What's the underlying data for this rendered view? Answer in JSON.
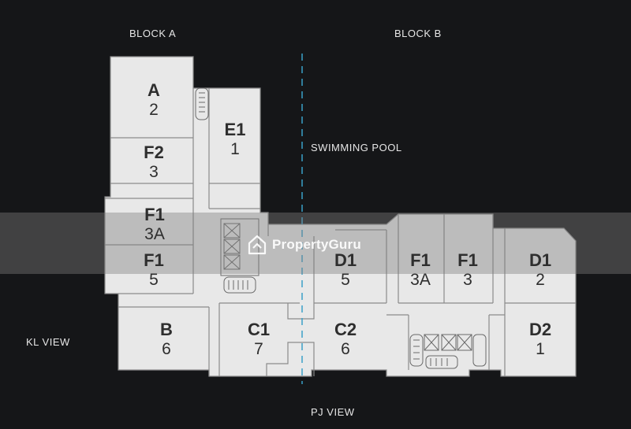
{
  "labels": {
    "block_a": "BLOCK A",
    "block_b": "BLOCK B",
    "swimming_pool": "SWIMMING POOL",
    "kl_view": "KL VIEW",
    "pj_view": "PJ VIEW"
  },
  "units": {
    "a": {
      "code": "A",
      "num": "2"
    },
    "f2": {
      "code": "F2",
      "num": "3"
    },
    "e1": {
      "code": "E1",
      "num": "1"
    },
    "f1_upper": {
      "code": "F1",
      "num": "3A"
    },
    "f1_lower": {
      "code": "F1",
      "num": "5"
    },
    "b": {
      "code": "B",
      "num": "6"
    },
    "c1": {
      "code": "C1",
      "num": "7"
    },
    "c2": {
      "code": "C2",
      "num": "6"
    },
    "d1_left": {
      "code": "D1",
      "num": "5"
    },
    "f1_mid_a": {
      "code": "F1",
      "num": "3A"
    },
    "f1_mid_b": {
      "code": "F1",
      "num": "3"
    },
    "d1_right": {
      "code": "D1",
      "num": "2"
    },
    "d2": {
      "code": "D2",
      "num": "1"
    }
  },
  "watermark": "PropertyGuru",
  "colors": {
    "background": "#151618",
    "floor": "#e8e8e8",
    "wall": "#8c8c8c",
    "divider": "#3aa0c8",
    "overlay": "#9a9a9a"
  }
}
